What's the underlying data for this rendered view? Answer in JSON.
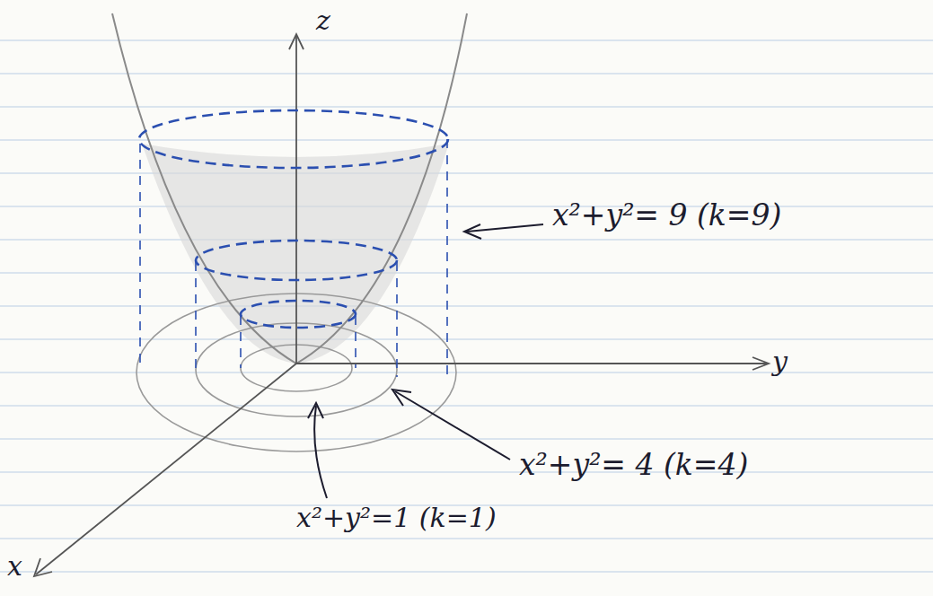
{
  "diagram": {
    "labels": [
      "z",
      "y",
      "x",
      "x²+y²= 9 (k=9)",
      "x²+y²= 4 (k=4)",
      "x²+y²=1 (k=1)"
    ]
  }
}
